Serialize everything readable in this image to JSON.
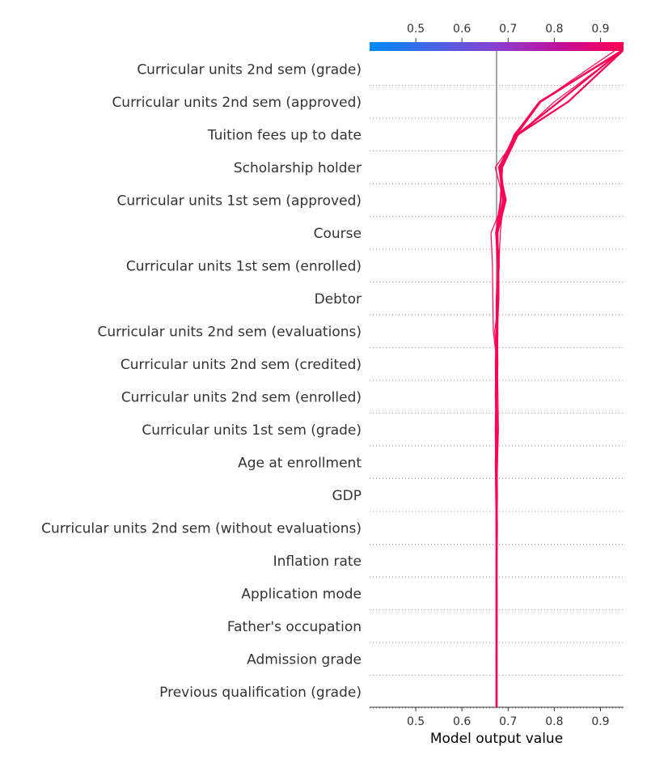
{
  "chart_data": {
    "type": "line",
    "xlabel": "Model output value",
    "xlim": [
      0.4,
      0.95
    ],
    "xticks": [
      "0.5",
      "0.6",
      "0.7",
      "0.8",
      "0.9"
    ],
    "base_value": 0.675,
    "colormap": [
      "#008bfb",
      "#ff0052"
    ],
    "grid": true,
    "features": [
      "Curricular units 2nd sem (grade)",
      "Curricular units 2nd sem (approved)",
      "Tuition fees up to date",
      "Scholarship holder",
      "Curricular units 1st sem (approved)",
      "Course",
      "Curricular units 1st sem (enrolled)",
      "Debtor",
      "Curricular units 2nd sem (evaluations)",
      "Curricular units 2nd sem (credited)",
      "Curricular units 2nd sem (enrolled)",
      "Curricular units 1st sem (grade)",
      "Age at enrollment",
      "GDP",
      "Curricular units 2nd sem (without evaluations)",
      "Inflation rate",
      "Application mode",
      "Father's occupation",
      "Admission grade",
      "Previous qualification (grade)"
    ],
    "series": [
      {
        "values": [
          0.675,
          0.675,
          0.674,
          0.676,
          0.676,
          0.675,
          0.674,
          0.675,
          0.677,
          0.679,
          0.678,
          0.677,
          0.671,
          0.68,
          0.68,
          0.683,
          0.69,
          0.672,
          0.723,
          0.8,
          0.948
        ]
      },
      {
        "values": [
          0.675,
          0.675,
          0.675,
          0.675,
          0.675,
          0.675,
          0.675,
          0.674,
          0.674,
          0.675,
          0.674,
          0.676,
          0.668,
          0.667,
          0.666,
          0.663,
          0.692,
          0.685,
          0.713,
          0.77,
          0.93
        ]
      },
      {
        "values": [
          0.675,
          0.675,
          0.675,
          0.675,
          0.675,
          0.675,
          0.675,
          0.674,
          0.673,
          0.675,
          0.674,
          0.673,
          0.675,
          0.678,
          0.678,
          0.677,
          0.69,
          0.684,
          0.718,
          0.77,
          0.945
        ]
      },
      {
        "values": [
          0.675,
          0.675,
          0.675,
          0.675,
          0.675,
          0.675,
          0.676,
          0.675,
          0.674,
          0.673,
          0.674,
          0.675,
          0.676,
          0.677,
          0.679,
          0.676,
          0.691,
          0.682,
          0.716,
          0.77,
          0.945
        ]
      },
      {
        "values": [
          0.675,
          0.675,
          0.675,
          0.675,
          0.675,
          0.675,
          0.675,
          0.676,
          0.675,
          0.676,
          0.673,
          0.674,
          0.675,
          0.675,
          0.68,
          0.676,
          0.689,
          0.681,
          0.715,
          0.768,
          0.947
        ]
      },
      {
        "values": [
          0.675,
          0.675,
          0.675,
          0.675,
          0.675,
          0.675,
          0.675,
          0.675,
          0.676,
          0.675,
          0.675,
          0.676,
          0.677,
          0.677,
          0.678,
          0.674,
          0.684,
          0.687,
          0.721,
          0.83,
          0.948
        ]
      },
      {
        "values": [
          0.675,
          0.675,
          0.675,
          0.675,
          0.675,
          0.675,
          0.675,
          0.675,
          0.675,
          0.676,
          0.675,
          0.677,
          0.676,
          0.679,
          0.678,
          0.677,
          0.695,
          0.68,
          0.72,
          0.81,
          0.945
        ]
      }
    ]
  }
}
